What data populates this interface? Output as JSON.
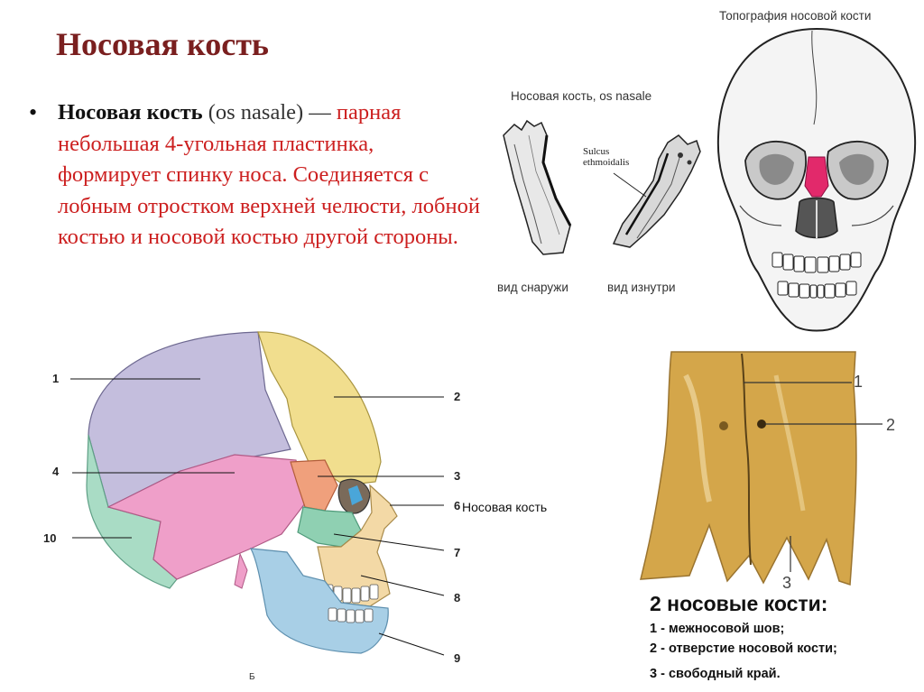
{
  "slide": {
    "title": "Носовая кость",
    "bullet": {
      "term": "Носовая кость",
      "latin": " (os nasale) — ",
      "definition": "парная небольшая 4-угольная пластинка, формирует спинку носа. Соединяется с лобным отростком верхней челюсти, лобной костью и носовой костью другой стороны."
    }
  },
  "figure_nasal_views": {
    "heading": "Носовая кость, os nasale",
    "annotation_line1": "Sulcus",
    "annotation_line2": "ethmoidalis",
    "caption_left": "вид снаружи",
    "caption_right": "вид изнутри"
  },
  "figure_topography": {
    "heading": "Топография носовой кости"
  },
  "figure_lateral_skull": {
    "numbers": [
      "1",
      "2",
      "3",
      "4",
      "6",
      "7",
      "8",
      "9",
      "10"
    ],
    "overlay_label": "Носовая кость",
    "figure_letter": "Б",
    "region_colors": {
      "parietal": "#c4bedd",
      "frontal": "#f1de8e",
      "temporal": "#ef9fc9",
      "occipital": "#a9dcc5",
      "sphenoid": "#f0a07c",
      "zygomatic": "#8fd0b2",
      "maxilla": "#f3d9a6",
      "mandible": "#a8cfe6"
    }
  },
  "figure_nasal_closeup": {
    "numbers": [
      "1",
      "2",
      "3"
    ],
    "bone_color": "#d4a64a"
  },
  "legend": {
    "heading": "2 носовые кости:",
    "items": [
      "1 - межносовой шов;",
      "2 - отверстие носовой кости;",
      "3 - свободный край."
    ]
  }
}
